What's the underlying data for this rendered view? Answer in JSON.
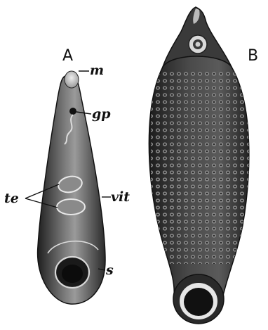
{
  "figure": {
    "panels": [
      {
        "letter": "A",
        "labels": {
          "m": "m",
          "gp": "gp",
          "te": "te",
          "vit": "vit",
          "s": "s"
        }
      },
      {
        "letter": "B"
      }
    ],
    "colors": {
      "ink": "#111111",
      "body_dark": "#2a2a2a",
      "body_mid": "#6e6e6e",
      "body_light": "#bdbdbd",
      "paper": "#ffffff"
    }
  }
}
